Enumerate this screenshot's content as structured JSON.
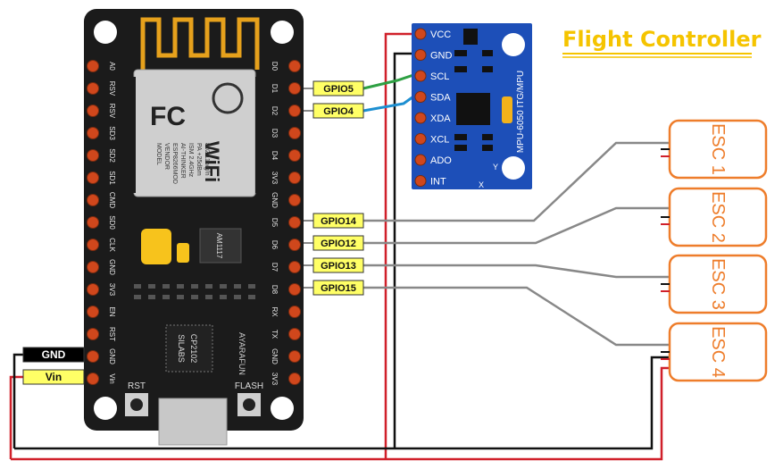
{
  "title": "Flight Controller",
  "colors": {
    "title": "#f5c400",
    "board": "#1b1b1b",
    "header_pin": "#d0471c",
    "mpu_board": "#1d4fb8",
    "esc_border": "#ee7d2b",
    "wire_power": "#d0202a",
    "wire_ground": "#111111",
    "wire_signal": "#888888",
    "wire_scl": "#2ea043",
    "wire_sda": "#1d8fd1",
    "label_bg": "#ffff66"
  },
  "nodemcu": {
    "left_pins": [
      "A0",
      "RSV",
      "RSV",
      "SD3",
      "SD2",
      "SD1",
      "CMD",
      "SD0",
      "CLK",
      "GND",
      "3V3",
      "EN",
      "RST",
      "GND",
      "Vin"
    ],
    "right_pins": [
      "D0",
      "D1",
      "D2",
      "D3",
      "D4",
      "3V3",
      "GND",
      "D5",
      "D6",
      "D7",
      "D8",
      "RX",
      "TX",
      "GND",
      "3V3"
    ],
    "module_text": [
      "MODEL",
      "VENDOR",
      "ESP8266MOD",
      "AI-THINKER",
      "ISM 2.4GHz",
      "PA +25dBm",
      "802.11b/g/n"
    ],
    "fc_logo": "FC",
    "wifi_logo": "WiFi",
    "regulator": "AM1117",
    "usb_chip": [
      "SILABS",
      "CP2102"
    ],
    "maker": "AYARAFUN",
    "rst_label": "RST",
    "flash_label": "FLASH"
  },
  "gpio_labels": [
    "GPIO5",
    "GPIO4",
    "GPIO14",
    "GPIO12",
    "GPIO13",
    "GPIO15"
  ],
  "power_labels": {
    "gnd": "GND",
    "vin": "Vin"
  },
  "mpu": {
    "pins": [
      "VCC",
      "GND",
      "SCL",
      "SDA",
      "XDA",
      "XCL",
      "ADO",
      "INT"
    ],
    "name": "MPU-6050 ITG/MPU",
    "axis_y": "Y",
    "axis_x": "X"
  },
  "escs": [
    "ESC 1",
    "ESC 2",
    "ESC 3",
    "ESC 4"
  ]
}
